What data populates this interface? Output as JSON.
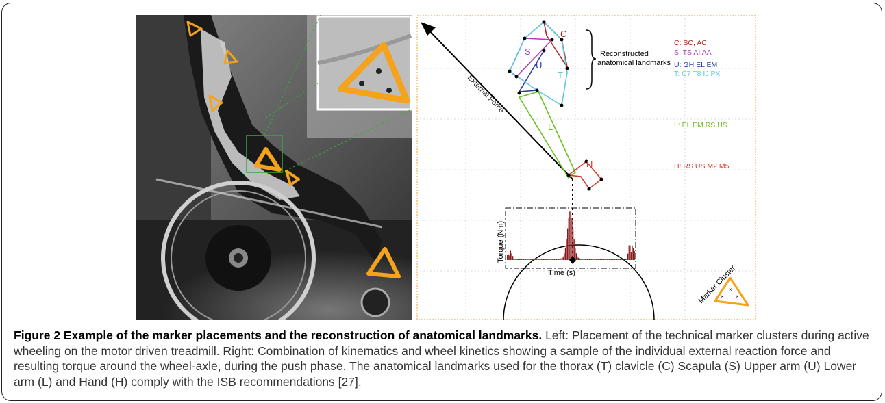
{
  "figure": {
    "photo": {
      "description_icon": "wheelchair-photo"
    },
    "plot": {
      "external_force_label": "External Force",
      "reconstructed_label_line1": "Reconstructed",
      "reconstructed_label_line2": "anatomical landmarks",
      "segment_letters": {
        "C": "C",
        "S": "S",
        "U": "U",
        "T": "T",
        "L": "L",
        "H": "H"
      },
      "legend": [
        {
          "text": "C: SC, AC",
          "color": "#b22222"
        },
        {
          "text": "S: TS AI AA",
          "color": "#b040b8"
        },
        {
          "text": "U: GH EL EM",
          "color": "#2a3fa0"
        },
        {
          "text": "T: C7 T8 IJ PX",
          "color": "#5bc8e0"
        },
        {
          "text": "L: EL EM RS US",
          "color": "#6cc020"
        },
        {
          "text": "H: RS US M2 M5",
          "color": "#d93a2a"
        }
      ],
      "torque_ylabel": "Torque (Nm)",
      "torque_xlabel": "Time (s)",
      "marker_cluster_label": "Marker Cluster",
      "cluster_color": "#f5a21c"
    },
    "caption": {
      "title": "Figure 2 Example of the marker placements and the reconstruction of anatomical landmarks.",
      "body": " Left: Placement of the technical marker clusters during active wheeling on the motor driven treadmill. Right: Combination of kinematics and wheel kinetics showing a sample of the individual external reaction force and resulting torque around the wheel-axle, during the push phase. The anatomical landmarks used for the thorax (T) clavicle (C) Scapula (S) Upper arm (U) Lower arm (L) and Hand (H) comply with the ISB recommendations [27]."
    }
  }
}
